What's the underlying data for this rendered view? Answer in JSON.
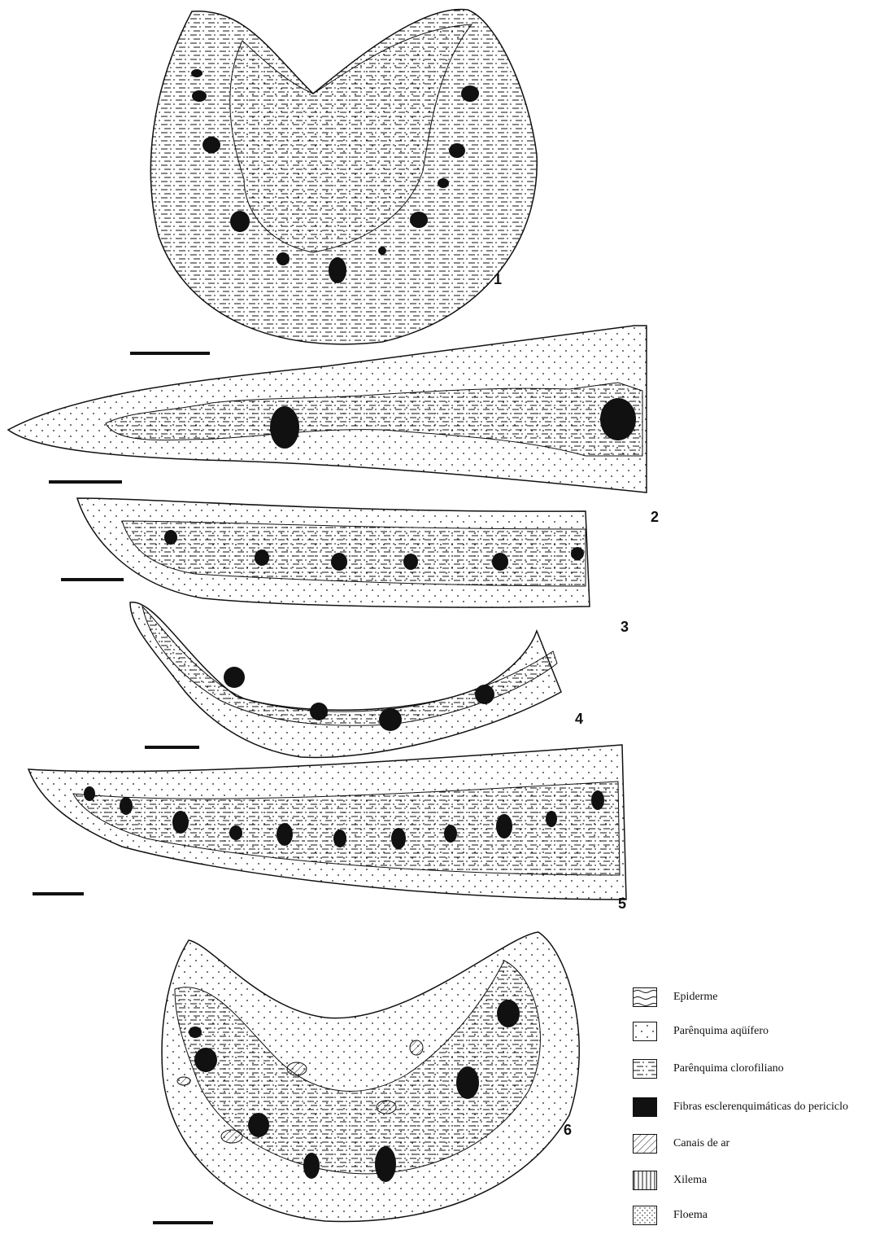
{
  "figure": {
    "section_numbers": [
      "1",
      "2",
      "3",
      "4",
      "5",
      "6"
    ]
  },
  "legend": {
    "items": [
      {
        "label": "Epiderme",
        "pattern": "wave-lines"
      },
      {
        "label": "Parênquima aqüífero",
        "pattern": "dots"
      },
      {
        "label": "Parênquima clorofiliano",
        "pattern": "dash-lines"
      },
      {
        "label": "Fibras esclerenquimáticas do periciclo",
        "pattern": "solid-black"
      },
      {
        "label": "Canais de ar",
        "pattern": "diagonal-hatch"
      },
      {
        "label": "Xilema",
        "pattern": "vertical-lines"
      },
      {
        "label": "Floema",
        "pattern": "fine-dots"
      }
    ]
  },
  "colors": {
    "ink": "#111111",
    "paper": "#ffffff"
  }
}
